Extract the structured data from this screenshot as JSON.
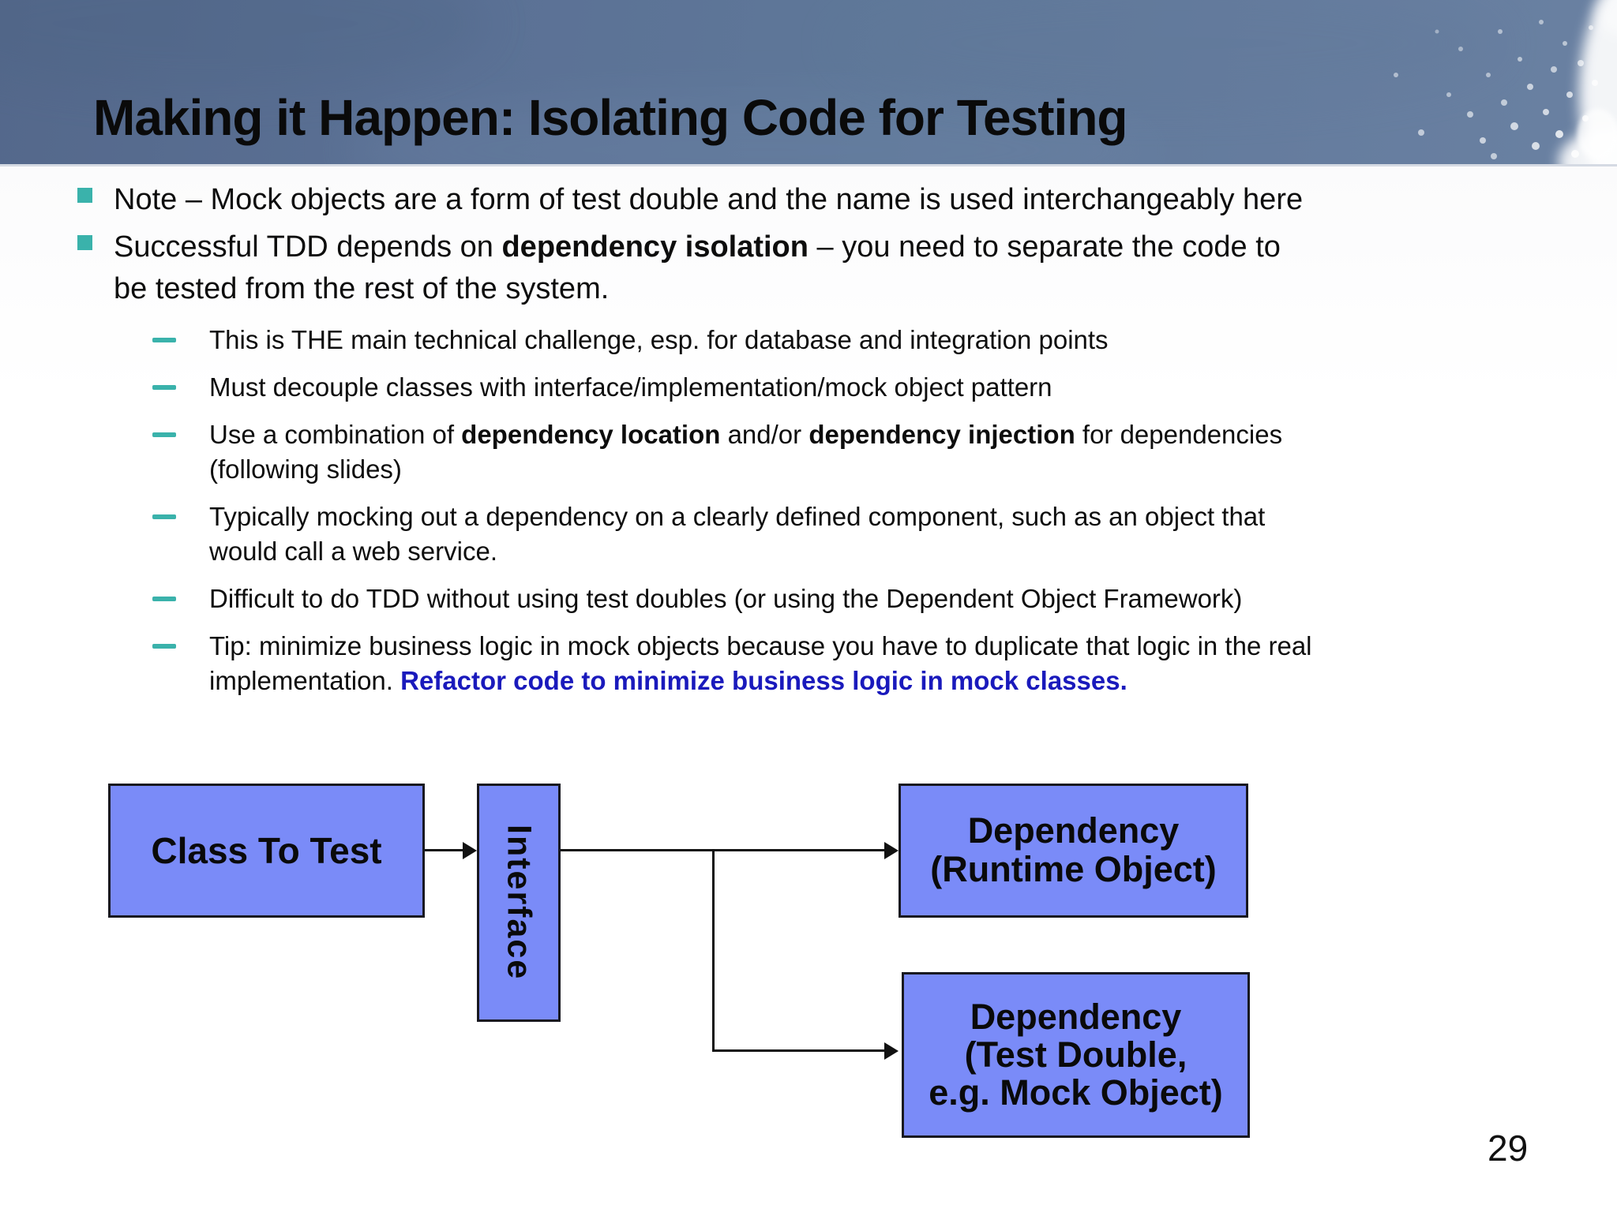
{
  "header": {
    "title": "Making it Happen: Isolating Code for Testing"
  },
  "footer": {
    "page_number": "29"
  },
  "colors": {
    "accent_teal": "#3ab2ab",
    "link_blue": "#1a1abc",
    "box_fill": "#7a8bf8",
    "header_blue": "#5d7496"
  },
  "bullets": [
    {
      "level": 1,
      "segments": [
        {
          "t": "Note – Mock objects are a form of test double and the name is used interchangeably here"
        }
      ]
    },
    {
      "level": 1,
      "segments": [
        {
          "t": "Successful TDD depends on "
        },
        {
          "t": "dependency isolation",
          "b": true
        },
        {
          "t": " – you need to separate the code to\nbe tested from the rest of the system."
        }
      ]
    },
    {
      "level": 2,
      "segments": [
        {
          "t": "This is THE main technical challenge, esp. for database and integration points"
        }
      ]
    },
    {
      "level": 2,
      "segments": [
        {
          "t": "Must decouple classes with interface/implementation/mock object pattern"
        }
      ]
    },
    {
      "level": 2,
      "segments": [
        {
          "t": "Use a combination of "
        },
        {
          "t": "dependency location",
          "b": true
        },
        {
          "t": " and/or "
        },
        {
          "t": "dependency injection",
          "b": true
        },
        {
          "t": " for dependencies\n(following slides)"
        }
      ]
    },
    {
      "level": 2,
      "segments": [
        {
          "t": "Typically mocking out a dependency on a clearly defined component, such as an object that\nwould call a web service."
        }
      ]
    },
    {
      "level": 2,
      "segments": [
        {
          "t": "Difficult to do TDD without using test doubles (or using the Dependent Object Framework)"
        }
      ]
    },
    {
      "level": 2,
      "segments": [
        {
          "t": "Tip: minimize business logic in mock objects because you have to duplicate that logic in the real\nimplementation. "
        },
        {
          "t": "Refactor code to minimize business logic in mock classes.",
          "b": true,
          "blue": true
        }
      ]
    }
  ],
  "diagram": {
    "class_box": "Class To Test",
    "interface_box": "Interface",
    "runtime_box": "Dependency\n(Runtime Object)",
    "test_double_box": "Dependency\n(Test Double,\ne.g. Mock Object)"
  }
}
